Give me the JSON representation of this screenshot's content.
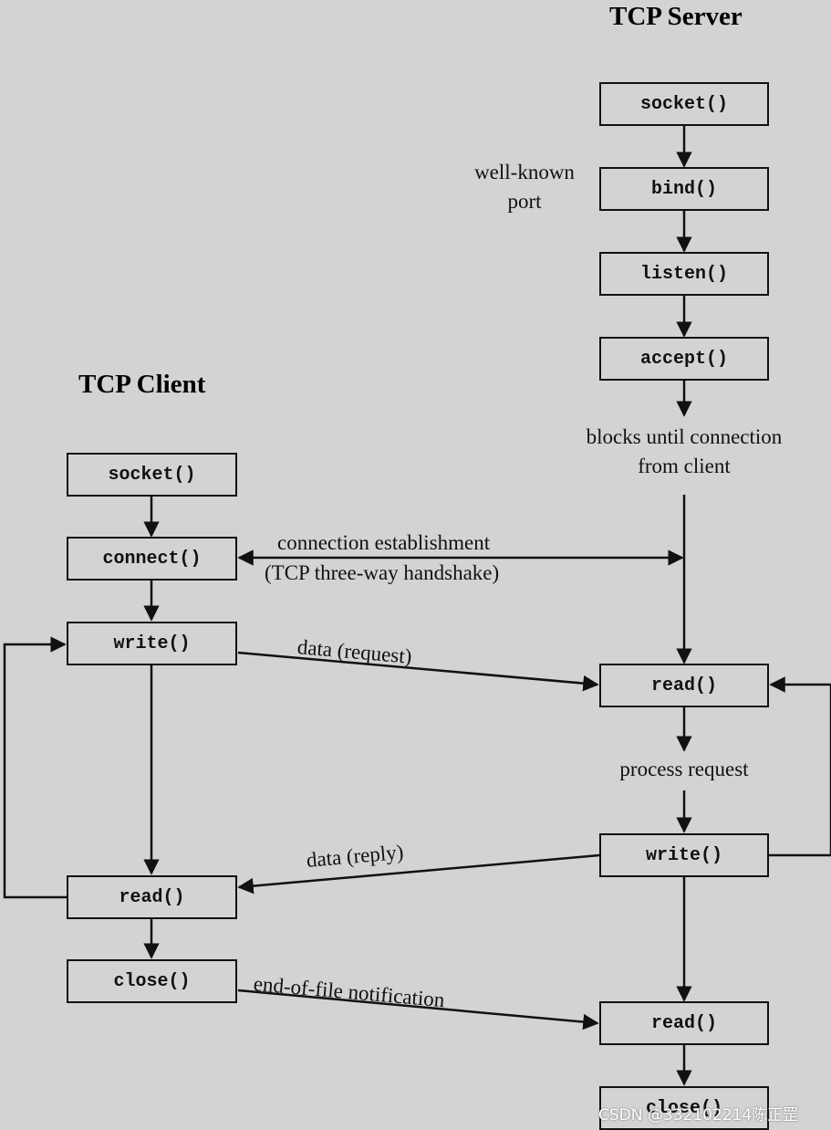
{
  "server": {
    "title": "TCP Server",
    "socket": "socket()",
    "bind": "bind()",
    "listen": "listen()",
    "accept": "accept()",
    "read": "read()",
    "write": "write()",
    "read_eof": "read()",
    "close": "close()"
  },
  "client": {
    "title": "TCP Client",
    "socket": "socket()",
    "connect": "connect()",
    "write": "write()",
    "read": "read()",
    "close": "close()"
  },
  "notes": {
    "well_known_1": "well-known",
    "well_known_2": "port",
    "blocks_1": "blocks until connection",
    "blocks_2": "from client",
    "conn_1": "connection establishment",
    "conn_2": "(TCP three-way handshake)",
    "data_request": "data (request)",
    "process_request": "process request",
    "data_reply": "data (reply)",
    "eof": "end-of-file notification"
  },
  "watermark": "CSDN @332102214陈正罡",
  "colors": {
    "background": "#d3d3d3",
    "ink": "#111111"
  }
}
